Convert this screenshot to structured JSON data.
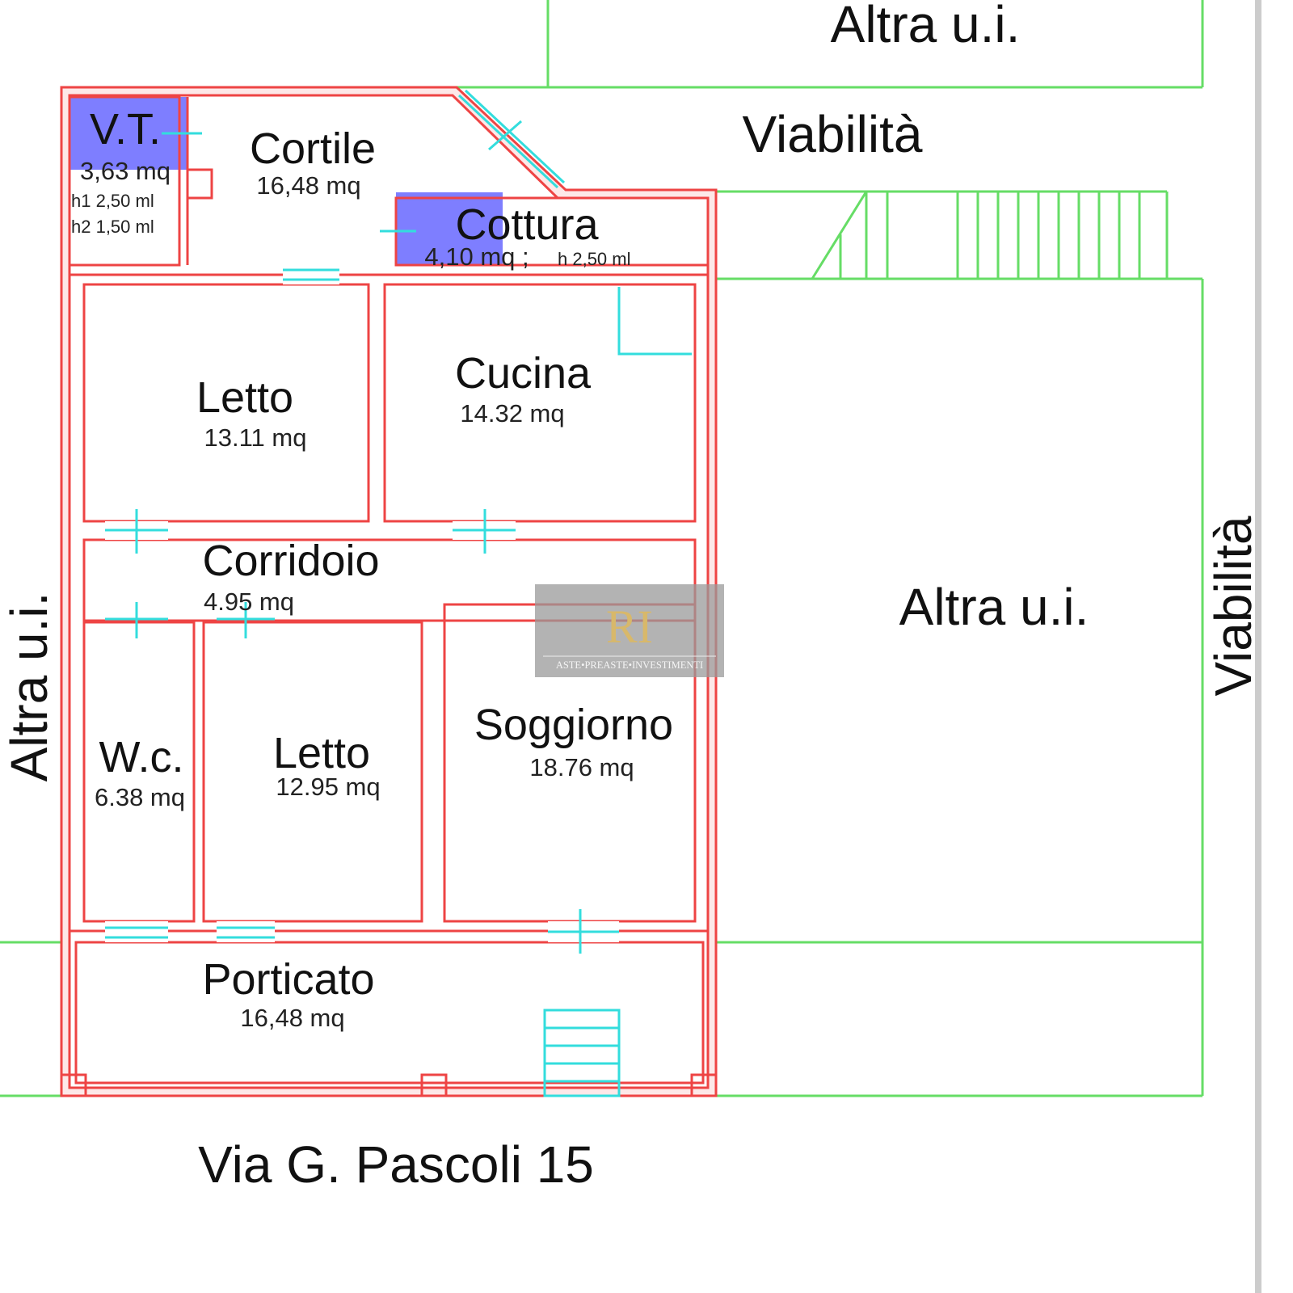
{
  "labels": {
    "altra_top": "Altra u.i.",
    "viabilita_top": "Viabilità",
    "altra_right": "Altra u.i.",
    "viabilita_right": "Viabilità",
    "altra_left": "Altra u.i.",
    "address": "Via G. Pascoli 15"
  },
  "rooms": {
    "vt": {
      "name": "V.T.",
      "area": "3,63 mq",
      "h1": "h1 2,50 ml",
      "h2": "h2 1,50 ml"
    },
    "cortile": {
      "name": "Cortile",
      "area": "16,48 mq"
    },
    "cottura": {
      "name": "Cottura",
      "area": "4,10 mq ;",
      "height": "h 2,50 ml"
    },
    "letto1": {
      "name": "Letto",
      "area": "13.11 mq"
    },
    "cucina": {
      "name": "Cucina",
      "area": "14.32 mq"
    },
    "corridoio": {
      "name": "Corridoio",
      "area": "4.95 mq"
    },
    "wc": {
      "name": "W.c.",
      "area": "6.38 mq"
    },
    "letto2": {
      "name": "Letto",
      "area": "12.95 mq"
    },
    "soggiorno": {
      "name": "Soggiorno",
      "area": "18.76 mq"
    },
    "porticato": {
      "name": "Porticato",
      "area": "16,48 mq"
    }
  },
  "watermark": {
    "text": "ASTE•PREASTE•INVESTIMENTI",
    "logo": "RI"
  },
  "colors": {
    "wall": "#ee4444",
    "boundary": "#66dd66",
    "openings": "#33dddd",
    "highlight": "#7777ff"
  }
}
